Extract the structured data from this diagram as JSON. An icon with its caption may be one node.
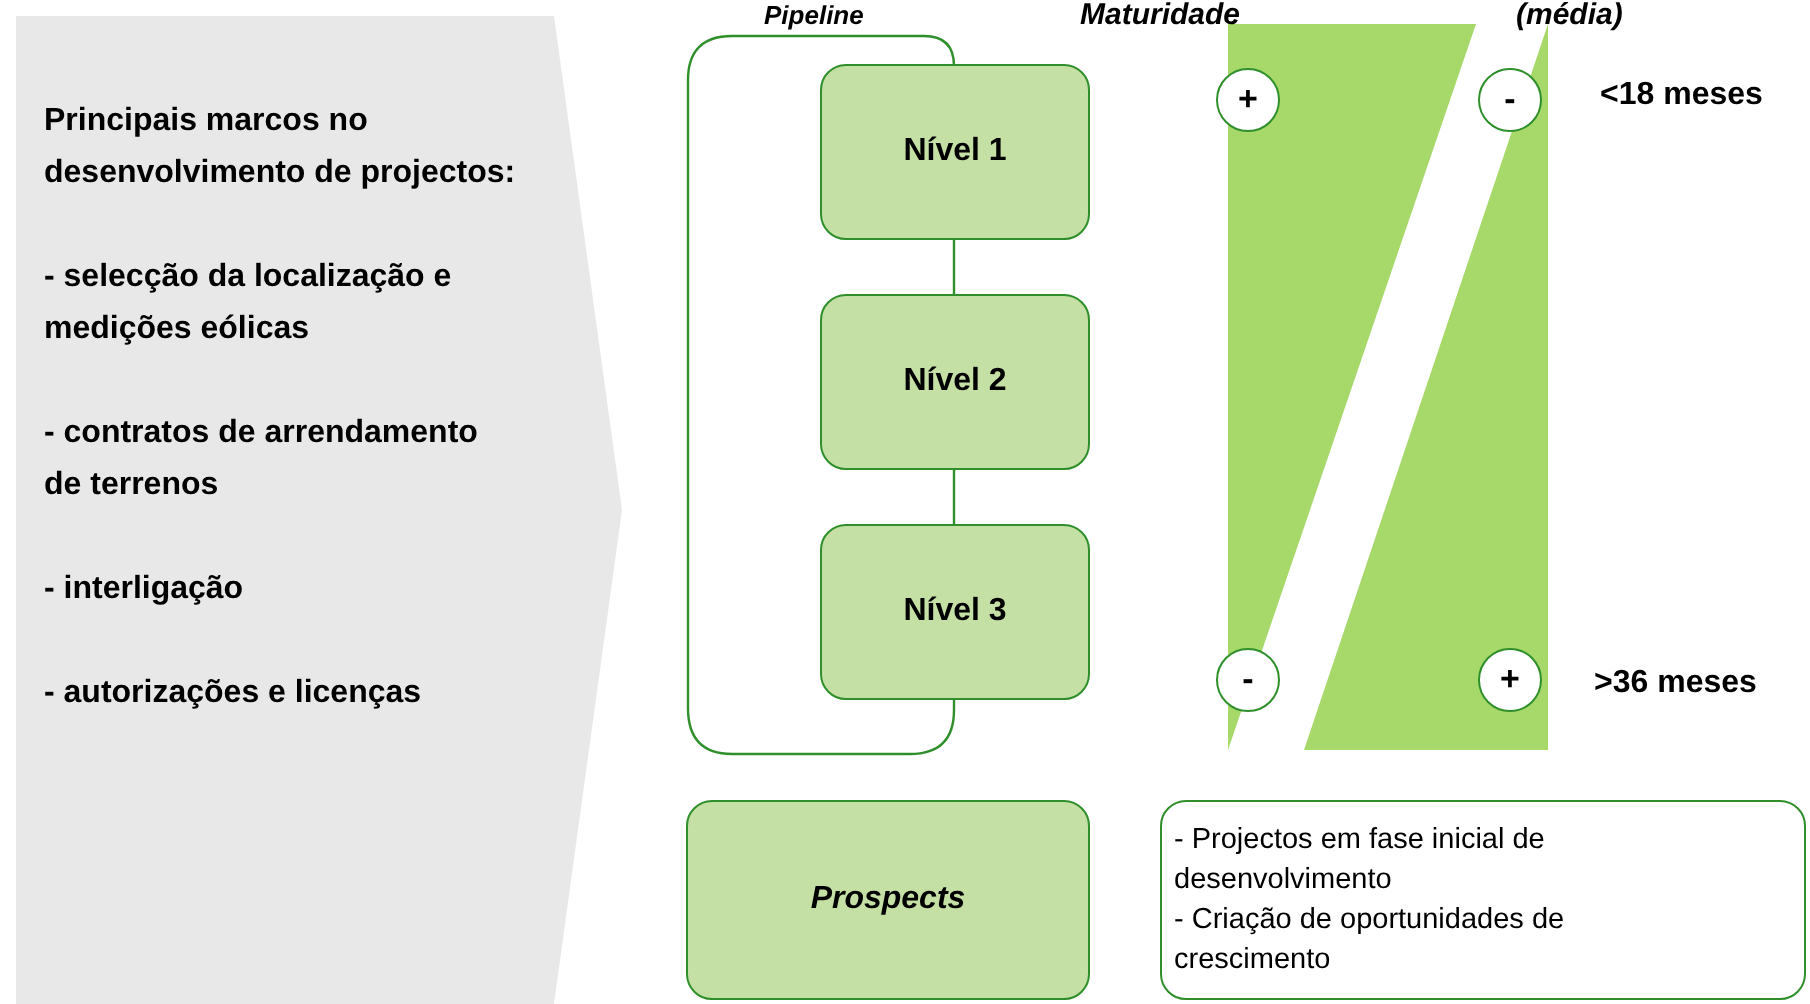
{
  "diagram": {
    "nodes": [
      {
        "text": [
          "Principais marcos no desenvolvimento de projectos:",
          "- selecção da localização e medições eólicas",
          "- contratos de arrendamento de terrenos",
          "- interligação",
          "- autorizações e licenças"
        ]
      },
      {
        "text": [],
        "shape": "box"
      },
      {
        "text": [
          "Nível 1"
        ]
      },
      {
        "text": [
          "Nível 2"
        ]
      },
      {
        "text": [
          "Nível 3"
        ]
      },
      {
        "text": [
          "+"
        ]
      },
      {
        "text": [
          "-"
        ]
      },
      {
        "text": [
          "-"
        ]
      },
      {
        "text": [
          "+"
        ]
      },
      {
        "text": [
          "Prospects"
        ]
      },
      {
        "text": [
          "- Projectos em fase inicial de desenvolvimento",
          "- Criação de oportunidades de crescimento"
        ]
      }
    ],
    "edges": [
      {
        "from": 1,
        "to": 2,
        "arrow": "none"
      },
      {
        "from": 2,
        "to": 3,
        "arrow": "none"
      },
      {
        "from": 3,
        "to": 4,
        "arrow": "none"
      },
      {
        "from": 4,
        "to": 1,
        "arrow": "none"
      }
    ],
    "labels": [
      "Pipeline",
      "Maturidade",
      "(média)",
      "<18 meses",
      ">36 meses"
    ]
  }
}
